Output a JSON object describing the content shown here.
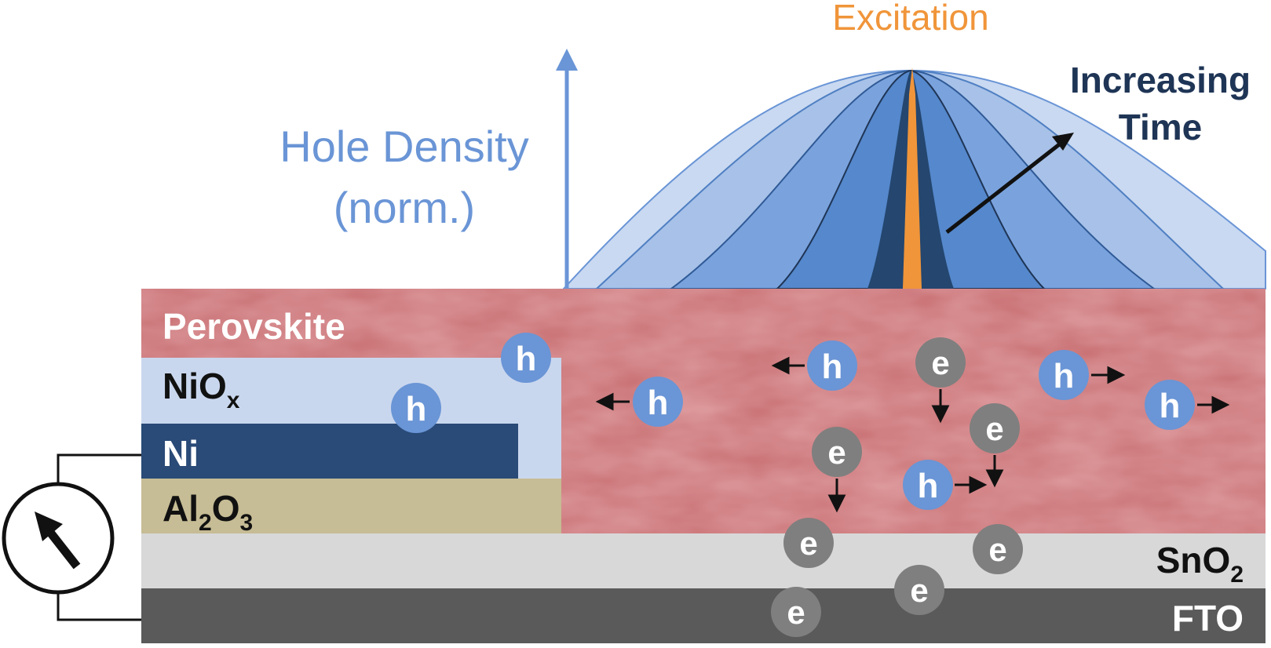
{
  "labels": {
    "excitation": "Excitation",
    "increasing_line1": "Increasing",
    "increasing_line2": "Time",
    "hole_density_line1": "Hole Density",
    "hole_density_line2": "(norm.)",
    "perovskite": "Perovskite",
    "niox_main": "NiO",
    "niox_sub": "x",
    "ni": "Ni",
    "al2o3_a": "Al",
    "al2o3_b": "2",
    "al2o3_c": "O",
    "al2o3_d": "3",
    "sno2_main": "SnO",
    "sno2_sub": "2",
    "fto": "FTO"
  },
  "carriers": {
    "hole_symbol": "h",
    "electron_symbol": "e"
  },
  "colors": {
    "perovskite": "#c86f72",
    "niox": "#c9d7ee",
    "ni": "#2a4a77",
    "al2o3": "#c6bc95",
    "sno2": "#d8d8d8",
    "fto": "#5a5a5a",
    "hole": "#6a95d6",
    "electron": "#7f7f7f",
    "excitation": "#f0953a",
    "axis_blue": "#6a95d6",
    "dark_navy": "#1f3556"
  }
}
